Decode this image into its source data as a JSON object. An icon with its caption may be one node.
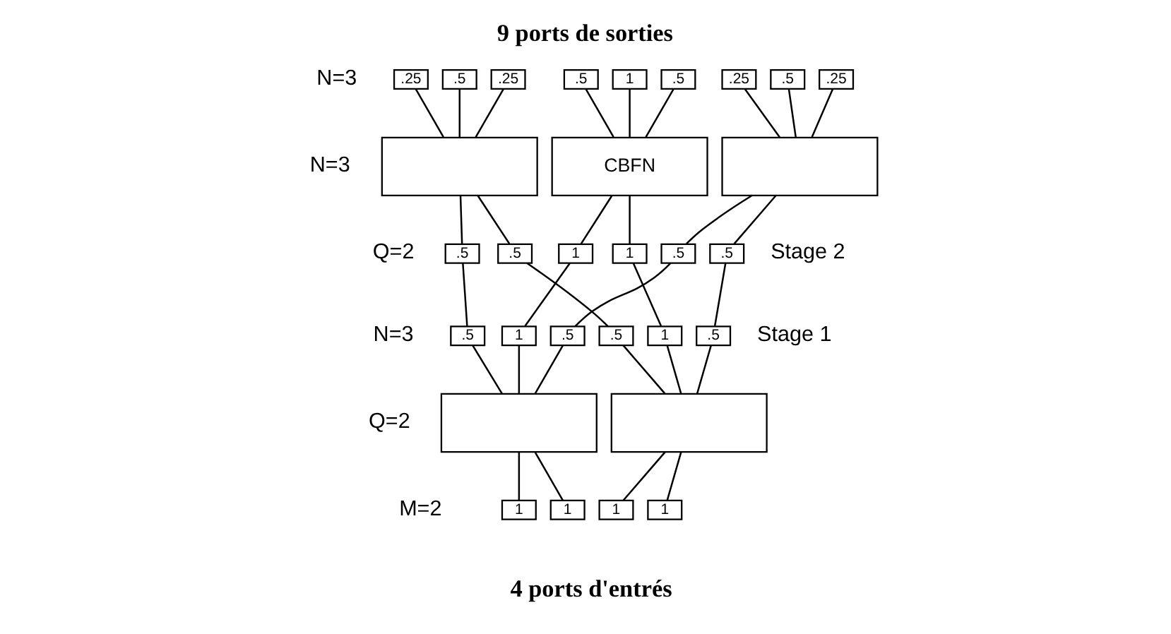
{
  "diagram": {
    "title": "9 ports de sorties",
    "caption": "4 ports d'entrés",
    "nodes": [
      {
        "text": [
          ".25"
        ]
      },
      {
        "text": [
          ".5"
        ]
      },
      {
        "text": [
          ".25"
        ]
      },
      {
        "text": [
          ".5"
        ]
      },
      {
        "text": [
          "1"
        ]
      },
      {
        "text": [
          ".5"
        ]
      },
      {
        "text": [
          ".25"
        ]
      },
      {
        "text": [
          ".5"
        ]
      },
      {
        "text": [
          ".25"
        ]
      },
      {
        "text": [],
        "shape": "box"
      },
      {
        "text": [
          "CBFN"
        ]
      },
      {
        "text": [],
        "shape": "box"
      },
      {
        "text": [
          ".5"
        ]
      },
      {
        "text": [
          ".5"
        ]
      },
      {
        "text": [
          "1"
        ]
      },
      {
        "text": [
          "1"
        ]
      },
      {
        "text": [
          ".5"
        ]
      },
      {
        "text": [
          ".5"
        ]
      },
      {
        "text": [
          ".5"
        ]
      },
      {
        "text": [
          "1"
        ]
      },
      {
        "text": [
          ".5"
        ]
      },
      {
        "text": [
          ".5"
        ]
      },
      {
        "text": [
          "1"
        ]
      },
      {
        "text": [
          ".5"
        ]
      },
      {
        "text": [],
        "shape": "box"
      },
      {
        "text": [],
        "shape": "box"
      },
      {
        "text": [
          "1"
        ]
      },
      {
        "text": [
          "1"
        ]
      },
      {
        "text": [
          "1"
        ]
      },
      {
        "text": [
          "1"
        ]
      }
    ],
    "edges": [
      {
        "from": 26,
        "to": 24,
        "arrow": "none"
      },
      {
        "from": 27,
        "to": 24,
        "arrow": "none"
      },
      {
        "from": 28,
        "to": 25,
        "arrow": "none"
      },
      {
        "from": 29,
        "to": 25,
        "arrow": "none"
      },
      {
        "from": 24,
        "to": 18,
        "arrow": "none"
      },
      {
        "from": 24,
        "to": 19,
        "arrow": "none"
      },
      {
        "from": 24,
        "to": 20,
        "arrow": "none"
      },
      {
        "from": 25,
        "to": 21,
        "arrow": "none"
      },
      {
        "from": 25,
        "to": 22,
        "arrow": "none"
      },
      {
        "from": 25,
        "to": 23,
        "arrow": "none"
      },
      {
        "from": 18,
        "to": 12,
        "arrow": "none"
      },
      {
        "from": 19,
        "to": 14,
        "arrow": "none"
      },
      {
        "from": 20,
        "to": 16,
        "arrow": "none"
      },
      {
        "from": 21,
        "to": 13,
        "arrow": "none"
      },
      {
        "from": 22,
        "to": 15,
        "arrow": "none"
      },
      {
        "from": 23,
        "to": 17,
        "arrow": "none"
      },
      {
        "from": 12,
        "to": 9,
        "arrow": "none"
      },
      {
        "from": 13,
        "to": 9,
        "arrow": "none"
      },
      {
        "from": 14,
        "to": 10,
        "arrow": "none"
      },
      {
        "from": 15,
        "to": 10,
        "arrow": "none"
      },
      {
        "from": 16,
        "to": 11,
        "arrow": "none"
      },
      {
        "from": 17,
        "to": 11,
        "arrow": "none"
      },
      {
        "from": 9,
        "to": 0,
        "arrow": "none"
      },
      {
        "from": 9,
        "to": 1,
        "arrow": "none"
      },
      {
        "from": 9,
        "to": 2,
        "arrow": "none"
      },
      {
        "from": 10,
        "to": 3,
        "arrow": "none"
      },
      {
        "from": 10,
        "to": 4,
        "arrow": "none"
      },
      {
        "from": 10,
        "to": 5,
        "arrow": "none"
      },
      {
        "from": 11,
        "to": 6,
        "arrow": "none"
      },
      {
        "from": 11,
        "to": 7,
        "arrow": "none"
      },
      {
        "from": 11,
        "to": 8,
        "arrow": "none"
      }
    ],
    "labels": [
      "N=3",
      "N=3",
      "Q=2",
      "Stage 2",
      "Stage 1",
      "N=3",
      "Q=2",
      "M=2"
    ]
  }
}
